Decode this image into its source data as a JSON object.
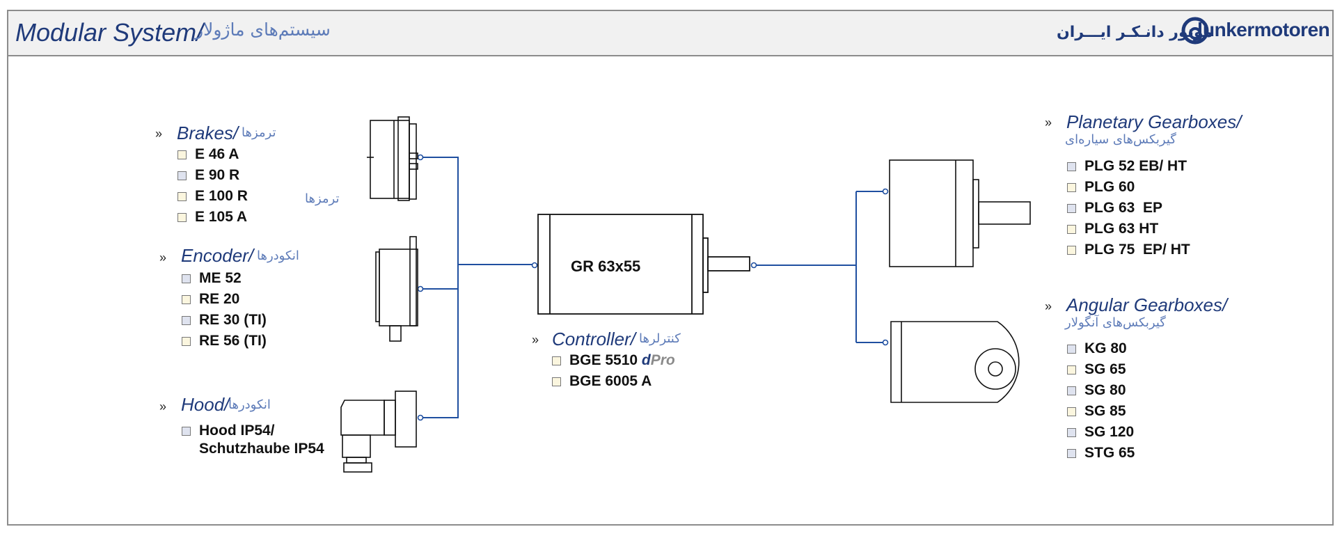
{
  "header": {
    "title_en": "Modular System/",
    "title_fa": "سیستم‌های ماژولار",
    "brand_fa": "موتور دانـکـر ایـــران",
    "brand_en": "unkermotoren"
  },
  "sections": {
    "brakes": {
      "title_en": "Brakes/",
      "title_fa": "ترمزها",
      "side_label_fa": "ترمزها",
      "items": [
        "E 46 A",
        "E 90 R",
        "E 100 R",
        "E 105 A"
      ]
    },
    "encoder": {
      "title_en": "Encoder/",
      "title_fa": "انکودرها",
      "items": [
        "ME 52",
        "RE 20",
        "RE 30 (TI)",
        "RE 56 (TI)"
      ]
    },
    "hood": {
      "title_en": "Hood/",
      "title_fa": "انکودرها",
      "items": [
        "Hood IP54/",
        "Schutzhaube IP54"
      ]
    },
    "controller": {
      "title_en": "Controller/",
      "title_fa": "کنترلرها",
      "item1_prefix": "BGE 5510 ",
      "item1_d": "d",
      "item1_pro": "Pro",
      "item2": "BGE 6005 A"
    },
    "planetary": {
      "title_en": "Planetary Gearboxes/",
      "title_fa": "گیربکس‌های سیاره‌ای",
      "items": [
        "PLG 52 EB/ HT",
        "PLG 60",
        "PLG 63  EP",
        "PLG 63 HT",
        "PLG 75  EP/ HT"
      ]
    },
    "angular": {
      "title_en": "Angular Gearboxes/",
      "title_fa": "گیربکس‌های آنگولار",
      "items": [
        "KG 80",
        "SG 65",
        "SG 80",
        "SG 85",
        "SG 120",
        "STG 65"
      ]
    }
  },
  "center": {
    "motor_label": "GR 63x55"
  },
  "chevron": "»",
  "colors": {
    "line_blue": "#1f4fa0",
    "title_blue": "#1f3a7a",
    "fa_blue": "#5d7bb8",
    "box_blue": "#dfe3ef",
    "box_cream": "#fbf6df"
  }
}
